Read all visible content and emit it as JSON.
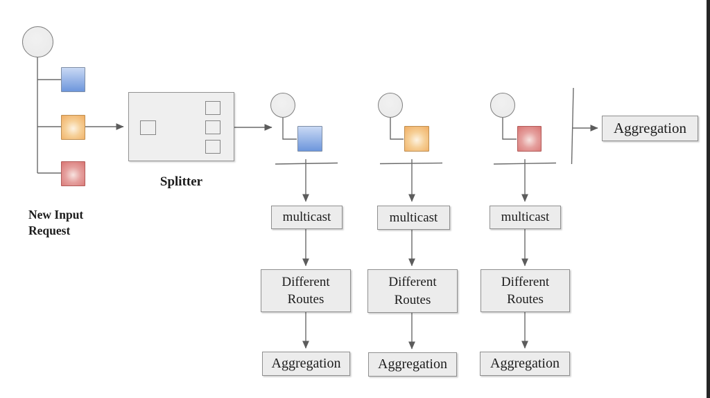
{
  "diagram": {
    "start_label": "New Input Request",
    "splitter_label": "Splitter",
    "columns": [
      {
        "message_color": "blue",
        "boxes": [
          "multicast",
          "Different Routes",
          "Aggregation"
        ]
      },
      {
        "message_color": "orange",
        "boxes": [
          "multicast",
          "Different Routes",
          "Aggregation"
        ]
      },
      {
        "message_color": "red",
        "boxes": [
          "multicast",
          "Different Routes",
          "Aggregation"
        ]
      }
    ],
    "final_label": "Aggregation"
  },
  "colors": {
    "blue_top": "#c9d9f4",
    "blue_bottom": "#6d96dc",
    "orange_center": "#fdf3e3",
    "orange_edge": "#f0ad62",
    "red_center": "#f7e3e0",
    "red_edge": "#d87472",
    "box_fill": "#ececec",
    "box_border": "#8f8f8f",
    "line": "#5c5c5c",
    "edge_strip": "#262626"
  }
}
